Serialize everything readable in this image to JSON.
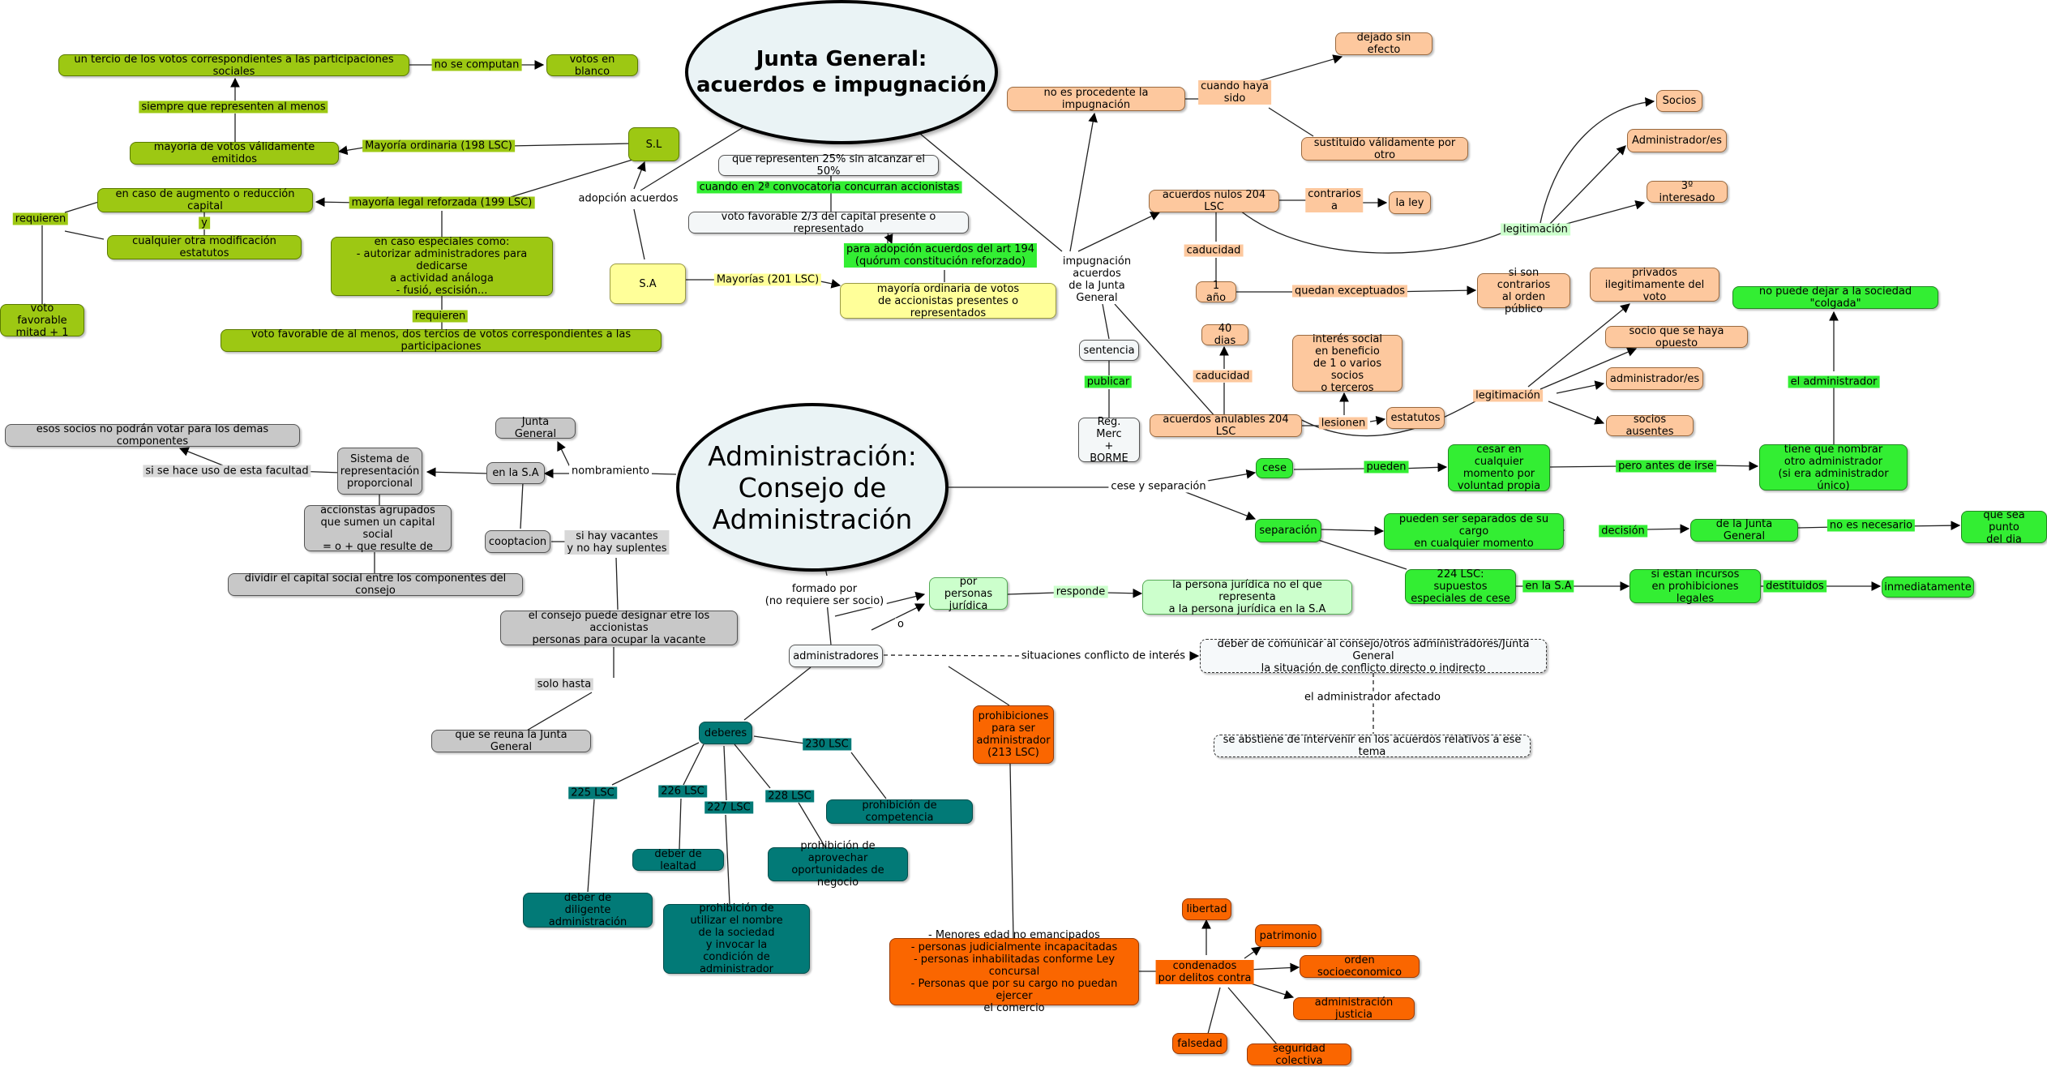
{
  "nodes": {
    "title_junta": "Junta General:\nacuerdos e impugnación",
    "title_admin": "Administración:\nConsejo de\nAdministración",
    "tercio": "un tercio de los votos correspondientes a las participaciones sociales",
    "votos_blanco": "votos en blanco",
    "mayoria_validos": "mayoria de votos válidamente emitidos",
    "sl": "S.L",
    "aumento_capital": "en caso de augmento o reducción capital",
    "otra_modificacion": "cualquier otra modificación estatutos",
    "voto_mitad": "voto favorable\nmitad + 1",
    "casos_especiales": "en caso especiales como:\n- autorizar administradores para dedicarse\na actividad análoga\n- fusió, escisión...",
    "dos_tercios": "voto favorable de al menos, dos tercios de votos correspondientes a las participaciones",
    "sa": "S.A",
    "representen_25": "que representen 25% sin alcanzar el 50%",
    "voto_2_3": "voto favorable 2/3 del capital presente o representado",
    "mayoria_ordinaria_sa": "mayoría ordinaria de votos\nde accionistas presentes o representados",
    "no_procedente": "no es procedente la impugnación",
    "dejado_sin_efecto": "dejado sin efecto",
    "sustituido": "sustituido válidamente por otro",
    "socios": "Socios",
    "administradores_leg": "Administrador/es",
    "tercero_interesado": "3º interesado",
    "acuerdos_nulos": "acuerdos nulos 204 LSC",
    "la_ley": "la ley",
    "un_ano": "1 año",
    "orden_publico": "si son contrarios\nal orden público",
    "cuarenta_dias": "40 dias",
    "interes_social": "interés social\nen beneficio\nde 1 o varios socios\no terceros",
    "privados": "privados\nilegitimamente del voto",
    "socio_opuesto": "socio que se haya opuesto",
    "administradores_an": "administrador/es",
    "socios_ausentes": "socios ausentes",
    "no_colgada": "no puede dejar a la sociedad \"colgada\"",
    "sentencia": "sentencia",
    "reg_merc": "Reg. Merc\n+\nBORME",
    "acuerdos_anulables": "acuerdos anulables 204 LSC",
    "estatutos": "estatutos",
    "junta_general": "Junta General",
    "en_la_sa": "en la S.A",
    "sistema_rep": "Sistema de\nrepresentación\nproporcional",
    "esos_socios": "esos socios no podrán votar para los demas componentes",
    "accionistas_agrupados": "accionstas agrupados\nque sumen un capital social\n= o + que resulte de",
    "dividir_capital": "dividir el capital social entre los componentes del consejo",
    "cooptacion": "cooptacion",
    "consejo_designar": "el consejo puede designar etre los accionistas\npersonas para ocupar la vacante",
    "reuna_junta": "que se reuna la Junta General",
    "cese": "cese",
    "cesar_momento": "cesar en cualquier\nmomento por\nvoluntad propia",
    "nuevo_admin": "tiene que nombrar\notro administrador\n(si era administrador único)",
    "separacion": "separación",
    "separados": "pueden ser separados de su cargo\nen cualquier momento",
    "de_la_junta": "de la Junta General",
    "punto_dia": "que sea punto\ndel dia",
    "supuestos_cese": "224 LSC: supuestos\nespeciales de cese",
    "prohibiciones_legales": "si estan incursos\nen prohibiciones legales",
    "inmediatamente": "inmediatamente",
    "por_personas_juridica": "por personas\njurídica",
    "persona_juridica": "la persona jurídica no el que representa\na la persona jurídica en la S.A",
    "administradores": "administradores",
    "deber_comunicar": "deber de comunicar al consejo/otros administradores/Junta General\nla situación de conflicto directo o indirecto",
    "se_abstiene": "se abstiene de intervenir en los acuerdos relativos a ese tema",
    "deberes": "deberes",
    "prohibicion_competencia": "prohibición de competencia",
    "deber_lealtad": "deber de lealtad",
    "aprovechar_oportunidades": "prohibición de aprovechar\noportunidades de negocio",
    "diligente": "deber de\ndiligente administración",
    "utilizar_nombre": "prohibición de\nutilizar el nombre\nde la sociedad\ny invocar la\ncondición de administrador",
    "prohibiciones_ser": "prohibiciones\npara ser\nadministrador\n(213 LSC)",
    "menores": "- Menores edad no emancipados\n- personas judicialmente incapacitadas\n- personas inhabilitadas conforme Ley concursal\n- Personas que por su cargo no puedan ejercer\nel comercio",
    "libertad": "libertad",
    "patrimonio": "patrimonio",
    "orden_socioeconomico": "orden socioeconomico",
    "administracion_justicia": "administración justicia",
    "falsedad": "falsedad",
    "seguridad_colectiva": "seguridad colectiva"
  },
  "links": {
    "no_se_computan": "no se computan",
    "siempre_que": "siempre que representen al menos",
    "mayoria_ordinaria_198": "Mayoría ordinaria (198 LSC)",
    "mayoria_reforzada_199": "mayoría legal reforzada (199 LSC)",
    "requieren_1": "requieren",
    "y": "y",
    "requieren_2": "requieren",
    "adopcion_acuerdos": "adopción acuerdos",
    "mayorias_201": "Mayorías (201 LSC)",
    "segunda_convocatoria": "cuando en 2ª convocatoria concurran accionistas",
    "art_194": "para adopción acuerdos del art 194\n(quórum constitución reforzado)",
    "cuando_haya_sido": "cuando haya\nsido",
    "impugnacion_acuerdos": "impugnación\nacuerdos\nde la Junta\nGeneral",
    "contrarios_a": "contrarios\na",
    "caducidad_1": "caducidad",
    "quedan_exceptuados": "quedan exceptuados",
    "legitimacion_1": "legitimación",
    "caducidad_2": "caducidad",
    "lesionen": "lesionen",
    "legitimacion_2": "legitimación",
    "publicar": "publicar",
    "el_administrador": "el administrador",
    "nombramiento": "nombramiento",
    "si_hace_uso": "si se hace uso de esta facultad",
    "si_hay_vacantes": "si hay vacantes\ny no hay suplentes",
    "solo_hasta": "solo hasta",
    "cese_separacion": "cese y separación",
    "pueden": "pueden",
    "pero_antes": "pero antes de irse",
    "decision": "decisión",
    "no_es_necesario": "no es necesario",
    "en_la_sa_link": "en la S.A",
    "destituidos": "destituidos",
    "formado_por": "formado por\n(no requiere ser socio)",
    "o": "o",
    "responde": "responde",
    "situaciones_conflicto": "situaciones conflicto de interés",
    "el_administrador_afectado": "el administrador afectado",
    "lsc_225": "225 LSC",
    "lsc_226": "226 LSC",
    "lsc_227": "227 LSC",
    "lsc_228": "228 LSC",
    "lsc_230": "230 LSC",
    "condenados": "condenados\npor delitos contra"
  },
  "colors": {
    "green": "#9dc813",
    "yellow": "#ffff99",
    "salmon": "#fdc89e",
    "bright_green": "#33ee33",
    "pale_green": "#ccffcc",
    "teal": "#027a77",
    "orange": "#fa6600",
    "grey": "#c8c8c8",
    "ellipse_fill": "#eaf3f5"
  }
}
